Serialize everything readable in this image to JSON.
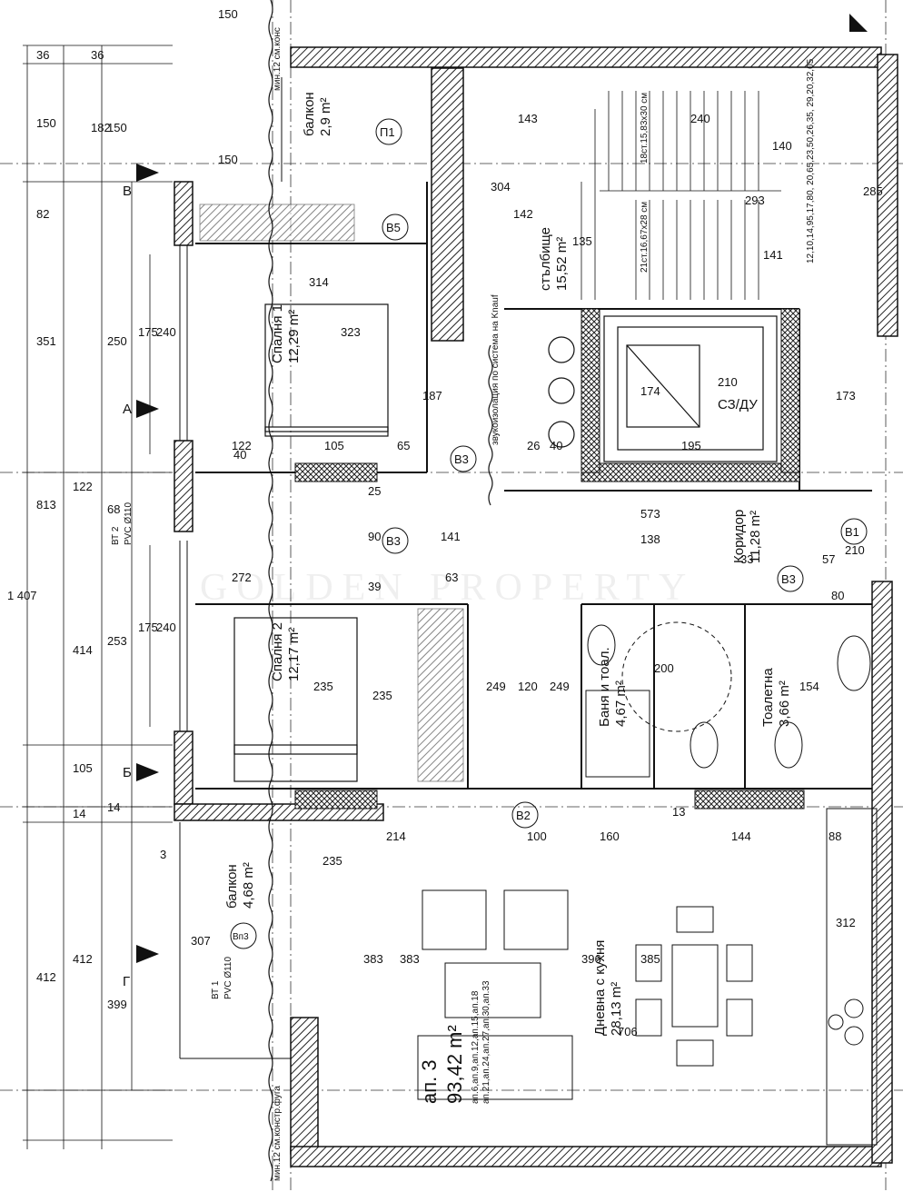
{
  "plan": {
    "watermark": "GOLDEN PROPERTY",
    "apartment": {
      "title": "ап. 3",
      "area": "93,42 m²",
      "also": "ап.6,ап.9,ап.12,ап.15,ап.18",
      "also2": "ап.21,ап.24,ап.27,ап.30,ап.33"
    },
    "rooms": {
      "balcony_top": {
        "name": "балкон",
        "area": "2,9 m²"
      },
      "stairs": {
        "name": "стълбище",
        "area": "15,52 m²"
      },
      "bedroom1": {
        "name": "Спалня 1",
        "area": "12,29 m²"
      },
      "bedroom2": {
        "name": "Спалня 2",
        "area": "12,17 m²"
      },
      "corridor": {
        "name": "Коридор",
        "area": "11,28 m²"
      },
      "bath": {
        "name": "Баня и тоал.",
        "area": "4,67 m²"
      },
      "toilet": {
        "name": "Тоалетна",
        "area": "3,66 m²"
      },
      "living": {
        "name": "Дневна с кухня",
        "area": "28,13 m²"
      },
      "balcony_bottom": {
        "name": "балкон",
        "area": "4,68 m²"
      }
    },
    "notes": {
      "sound": "звукоизолация по система на Knauf",
      "stair1": "18ст.15,83х30 см",
      "stair2": "21ст.16,67х28 см",
      "lift": "СЗ/ДУ",
      "min12a": "мин.12 см.констр.фуга",
      "min12b": "мин.12 см.конс",
      "bt2": "ВТ 2",
      "pvc1": "PVC Ø110",
      "bt1": "ВТ 1",
      "pvc2": "PVC Ø110",
      "levels": "12,10,14,95,17,80, 20,65,23,50,26,35, 29,20,32,05"
    },
    "doors": {
      "b3": "В3",
      "b2": "В2",
      "b1": "В1",
      "b5": "В5",
      "p1": "П1",
      "vp3": "Вп3"
    },
    "dims_left": [
      "36",
      "150",
      "82",
      "351",
      "122",
      "414",
      "105",
      "14",
      "412",
      "1 407",
      "813",
      "412",
      "399",
      "307",
      "3"
    ],
    "dims_inner": [
      "36",
      "182",
      "150",
      "250",
      "175",
      "240",
      "68",
      "253",
      "175",
      "240",
      "14",
      "150",
      "150"
    ],
    "dims_misc": [
      "314",
      "323",
      "105",
      "65",
      "40",
      "25",
      "187",
      "122",
      "272",
      "39",
      "235",
      "235",
      "249",
      "120",
      "249",
      "200",
      "573",
      "138",
      "141",
      "90",
      "63",
      "304",
      "240",
      "143",
      "142",
      "135",
      "141",
      "293",
      "174",
      "210",
      "195",
      "26",
      "40",
      "173",
      "144",
      "160",
      "13",
      "100",
      "214",
      "235",
      "383",
      "383",
      "396",
      "706",
      "385",
      "312",
      "88",
      "154",
      "57",
      "33",
      "80",
      "210",
      "285",
      "140"
    ],
    "sections": {
      "a": "А",
      "b": "В",
      "c": "Б",
      "d": "Г"
    }
  }
}
